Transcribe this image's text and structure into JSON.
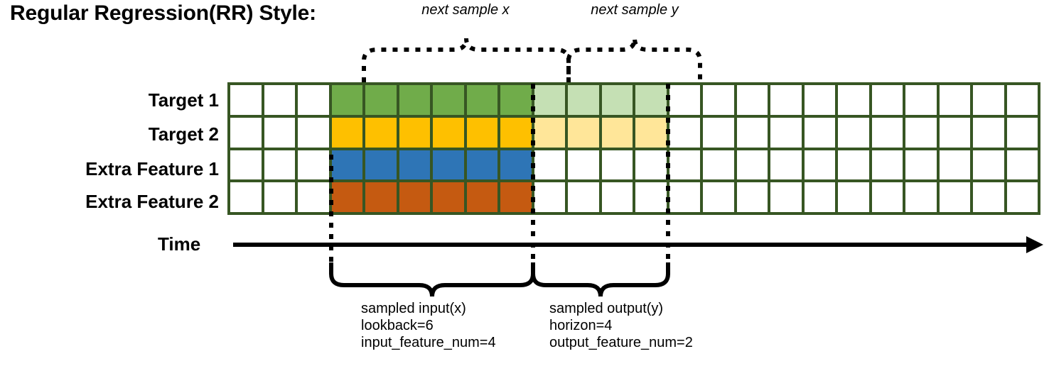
{
  "title": "Regular Regression(RR) Style:",
  "rows": [
    {
      "label": "Target 1",
      "key": "target-1"
    },
    {
      "label": "Target 2",
      "key": "target-2"
    },
    {
      "label": "Extra Feature 1",
      "key": "extra-feature-1"
    },
    {
      "label": "Extra Feature 2",
      "key": "extra-feature-2"
    }
  ],
  "time_axis": {
    "label": "Time"
  },
  "annotations": {
    "top_brace_x": "next sample x",
    "top_brace_y": "next sample y",
    "bottom_input": {
      "line1": "sampled input(x)",
      "line2": "lookback=6",
      "line3": "input_feature_num=4"
    },
    "bottom_output": {
      "line1": "sampled output(y)",
      "line2": "horizon=4",
      "line3": "output_feature_num=2"
    }
  },
  "colors": {
    "grid_border": "#375623",
    "target1": "#70AC4A",
    "target2": "#FEC000",
    "extra1": "#2E75B6",
    "extra2": "#C55A11",
    "target1_light": "#C5E0B4",
    "target2_light": "#FFE699",
    "empty": "#FFFFFF",
    "line": "#000000"
  },
  "grid": {
    "columns": 24,
    "rows": 4,
    "input_start_col": 4,
    "input_end_col": 9,
    "output_start_col": 10,
    "output_end_col": 13,
    "lookback": 6,
    "horizon": 4,
    "input_feature_num": 4,
    "output_feature_num": 2,
    "fill": [
      [
        "#FFFFFF",
        "#FFFFFF",
        "#FFFFFF",
        "#70AC4A",
        "#70AC4A",
        "#70AC4A",
        "#70AC4A",
        "#70AC4A",
        "#70AC4A",
        "#C5E0B4",
        "#C5E0B4",
        "#C5E0B4",
        "#C5E0B4",
        "#FFFFFF",
        "#FFFFFF",
        "#FFFFFF",
        "#FFFFFF",
        "#FFFFFF",
        "#FFFFFF",
        "#FFFFFF",
        "#FFFFFF",
        "#FFFFFF",
        "#FFFFFF",
        "#FFFFFF"
      ],
      [
        "#FFFFFF",
        "#FFFFFF",
        "#FFFFFF",
        "#FEC000",
        "#FEC000",
        "#FEC000",
        "#FEC000",
        "#FEC000",
        "#FEC000",
        "#FFE699",
        "#FFE699",
        "#FFE699",
        "#FFE699",
        "#FFFFFF",
        "#FFFFFF",
        "#FFFFFF",
        "#FFFFFF",
        "#FFFFFF",
        "#FFFFFF",
        "#FFFFFF",
        "#FFFFFF",
        "#FFFFFF",
        "#FFFFFF",
        "#FFFFFF"
      ],
      [
        "#FFFFFF",
        "#FFFFFF",
        "#FFFFFF",
        "#2E75B6",
        "#2E75B6",
        "#2E75B6",
        "#2E75B6",
        "#2E75B6",
        "#2E75B6",
        "#FFFFFF",
        "#FFFFFF",
        "#FFFFFF",
        "#FFFFFF",
        "#FFFFFF",
        "#FFFFFF",
        "#FFFFFF",
        "#FFFFFF",
        "#FFFFFF",
        "#FFFFFF",
        "#FFFFFF",
        "#FFFFFF",
        "#FFFFFF",
        "#FFFFFF",
        "#FFFFFF"
      ],
      [
        "#FFFFFF",
        "#FFFFFF",
        "#FFFFFF",
        "#C55A11",
        "#C55A11",
        "#C55A11",
        "#C55A11",
        "#C55A11",
        "#C55A11",
        "#FFFFFF",
        "#FFFFFF",
        "#FFFFFF",
        "#FFFFFF",
        "#FFFFFF",
        "#FFFFFF",
        "#FFFFFF",
        "#FFFFFF",
        "#FFFFFF",
        "#FFFFFF",
        "#FFFFFF",
        "#FFFFFF",
        "#FFFFFF",
        "#FFFFFF",
        "#FFFFFF"
      ]
    ]
  }
}
